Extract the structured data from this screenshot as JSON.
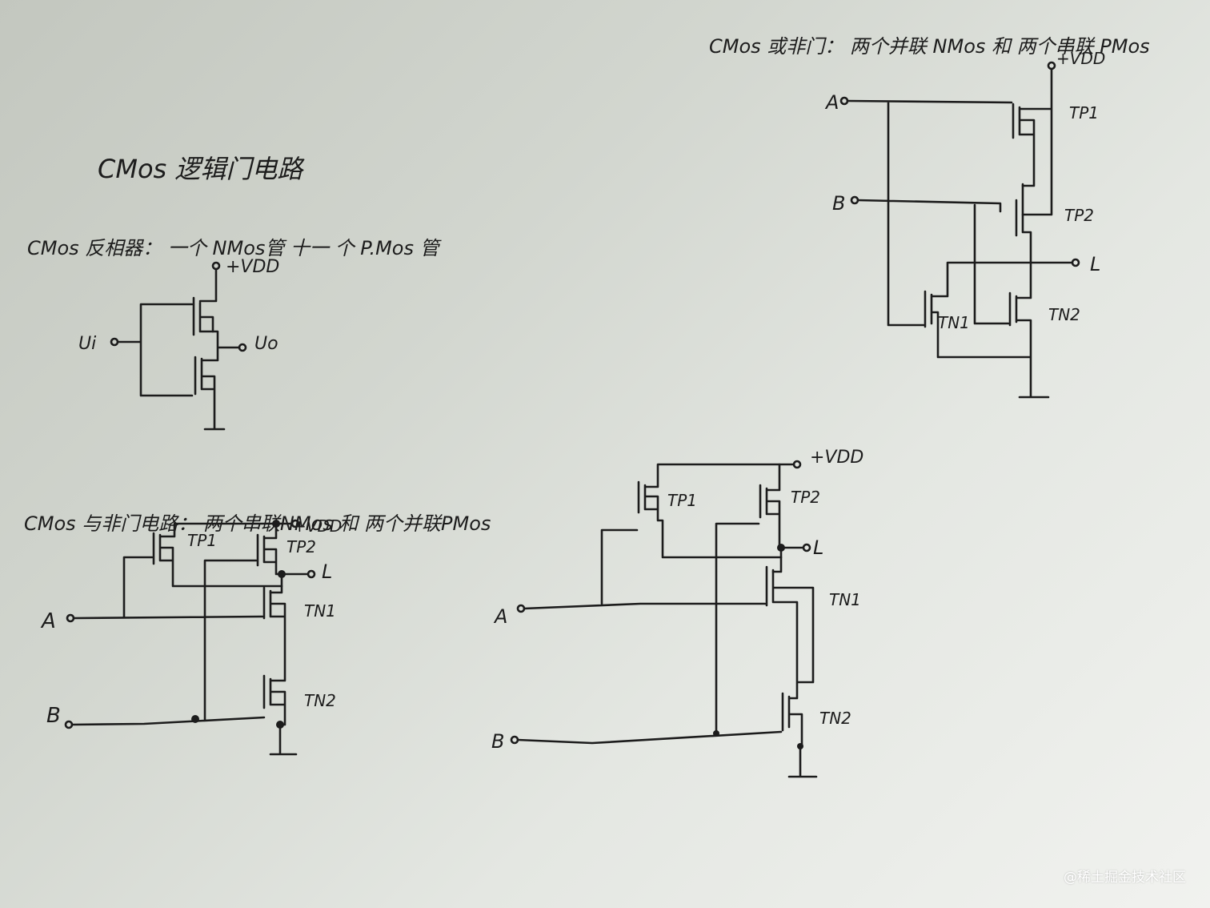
{
  "title": "CMos 逻辑门电路",
  "inverter": {
    "heading": "CMos 反相器： 一个 NMos管 十一 个 P.Mos 管",
    "vdd": "+VDD",
    "input": "Ui",
    "output": "Uo"
  },
  "nand": {
    "heading": "CMos 与非门电路： 两个串联NMos 和 两个并联PMos",
    "vdd": "+VDD",
    "tp1": "TP1",
    "tp2": "TP2",
    "tn1": "TN1",
    "tn2": "TN2",
    "input_a": "A",
    "input_b": "B",
    "output": "L"
  },
  "nor": {
    "heading": "CMos 或非门： 两个并联 NMos 和 两个串联 PMos",
    "vdd": "+VDD",
    "tp1": "TP1",
    "tp2": "TP2",
    "tn1": "TN1",
    "tn2": "TN2",
    "input_a": "A",
    "input_b": "B",
    "output": "L"
  },
  "nand2": {
    "vdd": "+VDD",
    "tp1": "TP1",
    "tp2": "TP2",
    "tn1": "TN1",
    "tn2": "TN2",
    "input_a": "A",
    "input_b": "B",
    "output": "L"
  },
  "watermark": "@稀土掘金技术社区"
}
